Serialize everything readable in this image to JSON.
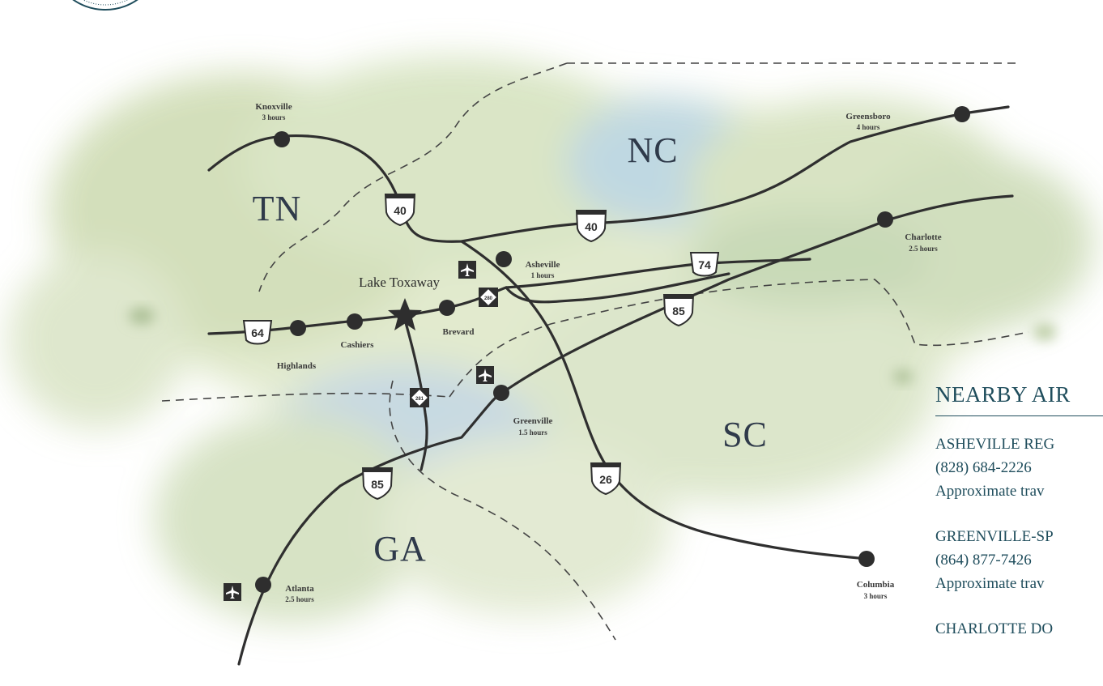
{
  "states": [
    {
      "id": "tn",
      "label": "TN"
    },
    {
      "id": "nc",
      "label": "NC"
    },
    {
      "id": "sc",
      "label": "SC"
    },
    {
      "id": "ga",
      "label": "GA"
    }
  ],
  "destination": {
    "label": "Lake Toxaway"
  },
  "cities": [
    {
      "id": "knoxville",
      "name": "Knoxville",
      "time": "3 hours"
    },
    {
      "id": "greensboro",
      "name": "Greensboro",
      "time": "4 hours"
    },
    {
      "id": "charlotte",
      "name": "Charlotte",
      "time": "2.5 hours"
    },
    {
      "id": "asheville",
      "name": "Asheville",
      "time": "1 hours"
    },
    {
      "id": "greenville",
      "name": "Greenville",
      "time": "1.5 hours"
    },
    {
      "id": "columbia",
      "name": "Columbia",
      "time": "3 hours"
    },
    {
      "id": "atlanta",
      "name": "Atlanta",
      "time": "2.5 hours"
    },
    {
      "id": "highlands",
      "name": "Highlands",
      "time": ""
    },
    {
      "id": "cashiers",
      "name": "Cashiers",
      "time": ""
    },
    {
      "id": "brevard",
      "name": "Brevard",
      "time": ""
    }
  ],
  "highways": [
    {
      "id": "i40-west",
      "number": "40"
    },
    {
      "id": "i40-east",
      "number": "40"
    },
    {
      "id": "us74",
      "number": "74"
    },
    {
      "id": "i85-east",
      "number": "85"
    },
    {
      "id": "i85-west",
      "number": "85"
    },
    {
      "id": "i26",
      "number": "26"
    },
    {
      "id": "us64",
      "number": "64"
    },
    {
      "id": "nc280",
      "number": "280"
    },
    {
      "id": "us281",
      "number": "281"
    }
  ],
  "airports_panel": {
    "title": "NEARBY AIR",
    "entries": [
      {
        "name": "ASHEVILLE REG",
        "phone": "(828) 684-2226",
        "travel": "Approximate trav"
      },
      {
        "name": "GREENVILLE-SP",
        "phone": "(864) 877-7426",
        "travel": "Approximate trav"
      },
      {
        "name": "CHARLOTTE DO"
      }
    ]
  },
  "colors": {
    "heading": "#1f4d5c",
    "road": "#2f2f2f",
    "state_text": "#2f3a4a"
  }
}
